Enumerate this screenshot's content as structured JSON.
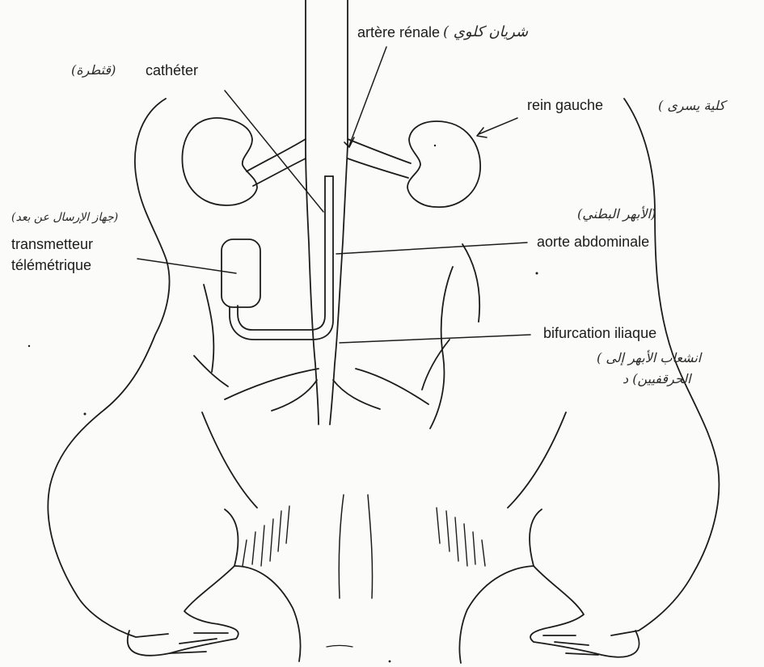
{
  "labels": {
    "artere_renale": "artère rénale",
    "artere_renale_ar": "( شريان كلوي",
    "catheter": "cathéter",
    "catheter_ar": "(قثطرة)",
    "rein_gauche": "rein gauche",
    "rein_gauche_ar": "( كلية يسرى",
    "transmetteur_line1": "transmetteur",
    "transmetteur_line2": "télémétrique",
    "transmetteur_ar": "(جهاز الإرسال عن بعد)",
    "aorte_abdominale": "aorte abdominale",
    "aorte_abdominale_ar": "(الأبهر البطني)",
    "bifurcation_iliaque": "bifurcation iliaque",
    "bifurcation_ar_line1": "( انشعاب الأبهر إلى",
    "bifurcation_ar_line2": "الحرقفيين) د"
  },
  "colors": {
    "ink": "#1c1c1c",
    "paper": "#fbfbf9"
  }
}
